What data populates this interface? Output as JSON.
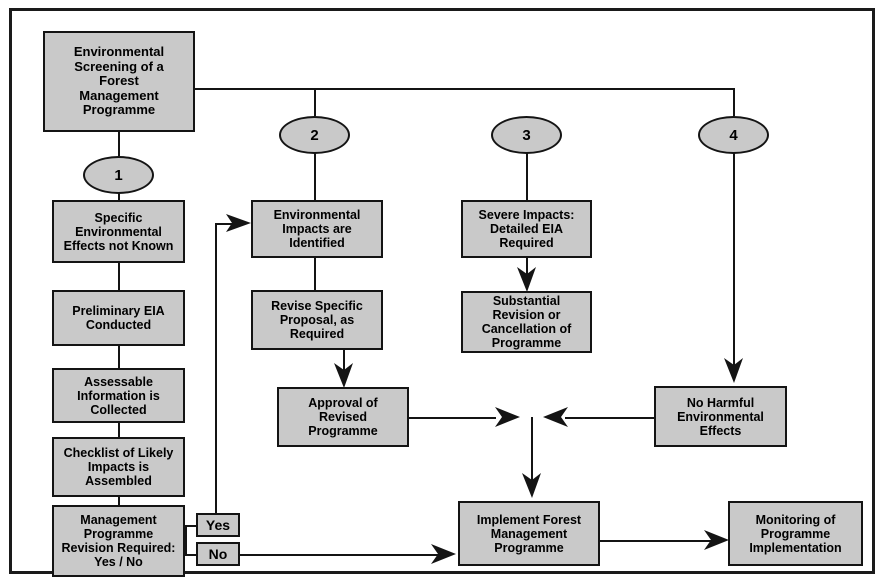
{
  "diagram": {
    "title": "Environmental Screening of a Forest Management Programme flowchart",
    "colors": {
      "node_fill": "#c9c9c9",
      "node_border": "#141414",
      "page_background": "#ffffff",
      "line": "#141414"
    }
  },
  "nodes": {
    "root": "Environmental\nScreening of a\nForest\nManagement\nProgramme",
    "col1": {
      "badge": "1",
      "b1": "Specific\nEnvironmental\nEffects not Known",
      "b2": "Preliminary EIA\nConducted",
      "b3": "Assessable\nInformation is\nCollected",
      "b4": "Checklist of Likely\nImpacts is\nAssembled",
      "b5": "Management\nProgramme\nRevision Required:\nYes / No",
      "yes_label": "Yes",
      "no_label": "No"
    },
    "col2": {
      "badge": "2",
      "b1": "Environmental\nImpacts are\nIdentified",
      "b2": "Revise Specific\nProposal, as\nRequired",
      "b3": "Approval of\nRevised\nProgramme"
    },
    "col3": {
      "badge": "3",
      "b1": "Severe Impacts:\nDetailed EIA\nRequired",
      "b2": "Substantial\nRevision or\nCancellation of\nProgramme"
    },
    "col4": {
      "badge": "4",
      "b1": "No Harmful\nEnvironmental\nEffects"
    },
    "bottom": {
      "implement": "Implement Forest\nManagement\nProgramme",
      "monitoring": "Monitoring of\nProgramme\nImplementation"
    }
  }
}
